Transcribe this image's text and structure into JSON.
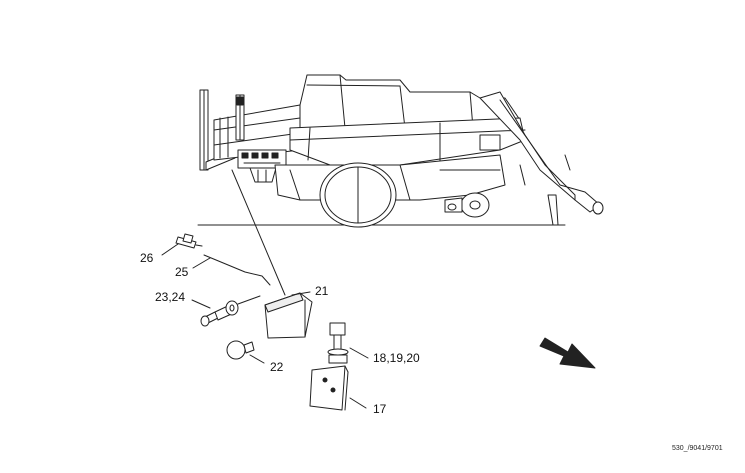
{
  "diagram": {
    "callouts": {
      "c26": "26",
      "c25": "25",
      "c2324": "23,24",
      "c21": "21",
      "c22": "22",
      "c181920": "18,19,20",
      "c17": "17"
    },
    "drawing_code": "530_/9041/9701"
  }
}
